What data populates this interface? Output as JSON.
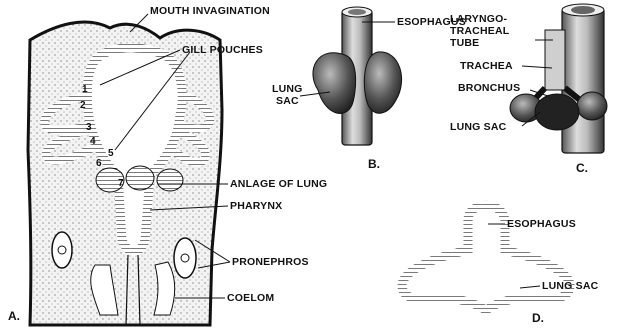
{
  "figure": {
    "panels": {
      "a": {
        "letter": "A.",
        "labels": [
          "MOUTH INVAGINATION",
          "GILL POUCHES",
          "ANLAGE OF LUNG",
          "PHARYNX",
          "PRONEPHROS",
          "COELOM"
        ],
        "numbers": [
          "1",
          "2",
          "3",
          "4",
          "5",
          "6",
          "7"
        ]
      },
      "b": {
        "letter": "B.",
        "labels": [
          "ESOPHAGUS",
          "LUNG",
          "SAC"
        ]
      },
      "c": {
        "letter": "C.",
        "labels": [
          "LARYNGO-",
          "TRACHEAL",
          "TUBE",
          "TRACHEA",
          "BRONCHUS",
          "LUNG SAC"
        ]
      },
      "d": {
        "letter": "D.",
        "labels": [
          "ESOPHAGUS",
          "LUNG SAC"
        ]
      }
    }
  }
}
